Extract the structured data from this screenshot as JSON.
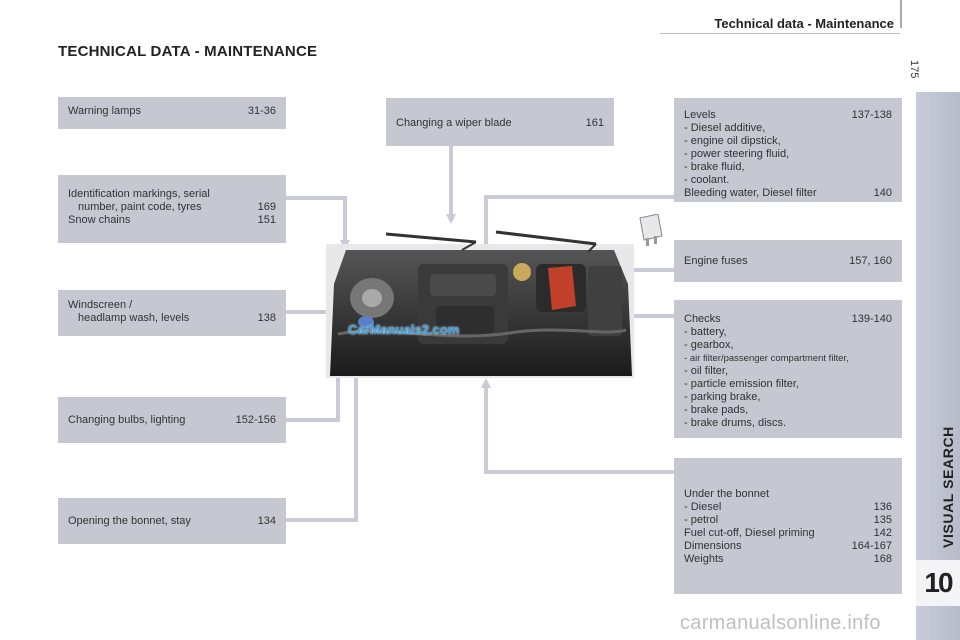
{
  "header": {
    "title": "Technical data - Maintenance",
    "page_number": "175"
  },
  "main_title": "TECHNICAL DATA - MAINTENANCE",
  "side_tab": {
    "label": "VISUAL SEARCH",
    "number": "10"
  },
  "left_boxes": {
    "warning_lamps": {
      "label": "Warning lamps",
      "pages": "31-36"
    },
    "identification": {
      "line1": "Identification markings, serial",
      "line2": "number, paint code, tyres",
      "pages": "169",
      "line3": "Snow chains",
      "pages2": "151"
    },
    "windscreen": {
      "line1": "Windscreen /",
      "line2": "headlamp wash, levels",
      "pages": "138"
    },
    "bulbs": {
      "label": "Changing bulbs, lighting",
      "pages": "152-156"
    },
    "bonnet": {
      "label": "Opening the bonnet, stay",
      "pages": "134"
    }
  },
  "wiper_box": {
    "label": "Changing a wiper blade",
    "pages": "161"
  },
  "levels_box": {
    "label": "Levels",
    "pages": "137-138",
    "items": [
      "Diesel additive,",
      "engine oil dipstick,",
      "power steering fluid,",
      "brake fluid,",
      "coolant."
    ],
    "footer": "Bleeding water, Diesel filter",
    "footer_pages": "140"
  },
  "fuses_box": {
    "label": "Engine fuses",
    "pages": "157, 160"
  },
  "checks_box": {
    "label": "Checks",
    "pages": "139-140",
    "items": [
      "battery,",
      "gearbox,",
      "air filter/passenger compartment filter,",
      "oil filter,",
      "particle emission filter,",
      "parking brake,",
      "brake pads,",
      "brake drums, discs."
    ]
  },
  "bonnet_box": {
    "title": "Under the bonnet",
    "rows": [
      {
        "label": "- Diesel",
        "pages": "136"
      },
      {
        "label": "- petrol",
        "pages": "135"
      },
      {
        "label": "Fuel cut-off, Diesel priming",
        "pages": "142"
      },
      {
        "label": "Dimensions",
        "pages": "164-167"
      },
      {
        "label": "Weights",
        "pages": "168"
      }
    ]
  },
  "watermarks": {
    "photo": "CarManuals2.com",
    "bottom": "carmanualsonline.info"
  },
  "colors": {
    "box": "#c6c7d1",
    "leader": "#c9cbd6",
    "tab": "#b7bbca"
  }
}
